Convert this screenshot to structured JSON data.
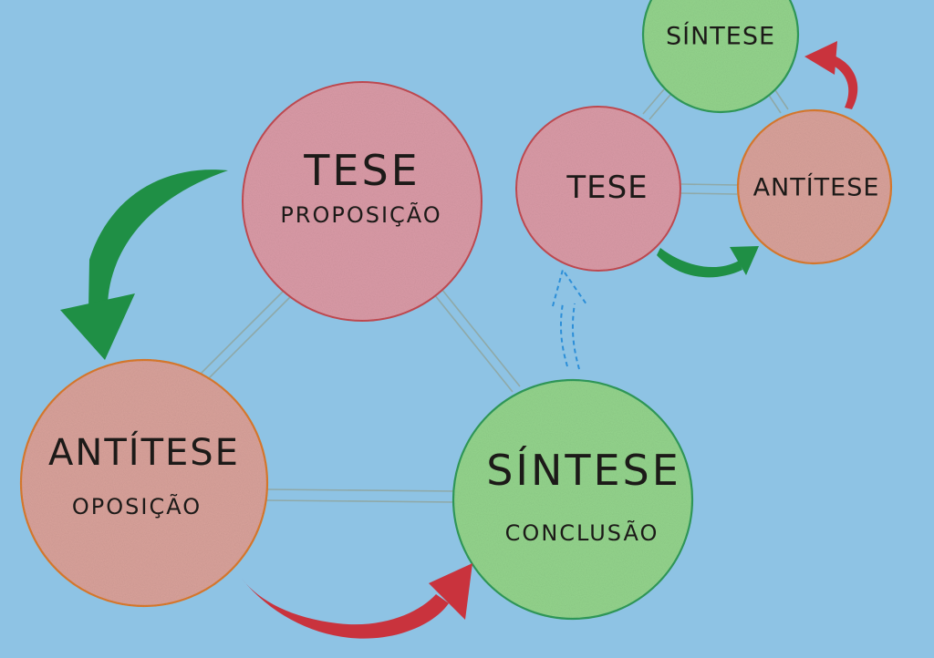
{
  "colors": {
    "background": "#8ec3e4",
    "tese_fill": "#d99aa6",
    "tese_stroke": "#c24b52",
    "antitese_fill": "#d8a19a",
    "antitese_stroke": "#d97a2e",
    "sintese_fill": "#93d38c",
    "sintese_stroke": "#2f9a5a",
    "arrow_green": "#1f8f45",
    "arrow_red": "#c9333d",
    "arrow_blue_dashed": "#2d8fd8",
    "connector": "#8fa9a8"
  },
  "large_cycle": {
    "tese": {
      "title": "TESE",
      "subtitle": "PROPOSIÇÃO"
    },
    "antitese": {
      "title": "ANTÍTESE",
      "subtitle": "OPOSIÇÃO"
    },
    "sintese": {
      "title": "SÍNTESE",
      "subtitle": "CONCLUSÃO"
    }
  },
  "small_cycle": {
    "tese": {
      "title": "TESE"
    },
    "antitese": {
      "title": "ANTÍTESE"
    },
    "sintese": {
      "title": "SÍNTESE"
    }
  }
}
